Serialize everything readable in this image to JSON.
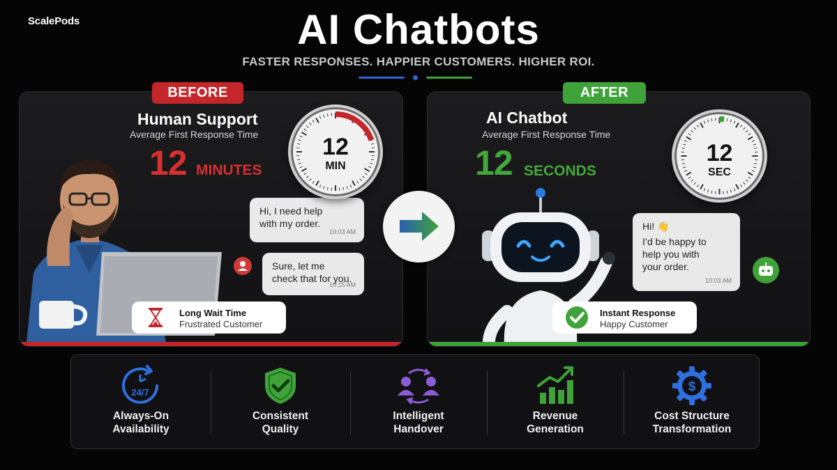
{
  "brand": {
    "logo": "ScalePods"
  },
  "header": {
    "title": "AI Chatbots",
    "subtitle": "FASTER RESPONSES. HAPPIER CUSTOMERS. HIGHER ROI."
  },
  "colors": {
    "before": "#c4262a",
    "after": "#3fa33a",
    "accent_blue": "#2d64d6"
  },
  "before": {
    "tag": "BEFORE",
    "title": "Human Support",
    "desc": "Average First Response Time",
    "number": "12",
    "unit": "MINUTES",
    "clock": {
      "number": "12",
      "unit": "MIN",
      "progress": 0.2
    },
    "chat": [
      {
        "line1": "Hi, I need help",
        "line2": "with my order.",
        "time": "10:03 AM"
      },
      {
        "line1": "Sure, let me",
        "line2": "check that for you.",
        "time": "10:15 AM"
      }
    ],
    "badge": {
      "title": "Long Wait Time",
      "subtitle": "Frustrated Customer",
      "icon": "hourglass-icon"
    }
  },
  "after": {
    "tag": "AFTER",
    "title": "AI Chatbot",
    "desc": "Average First Response Time",
    "number": "12",
    "unit": "SECONDS",
    "clock": {
      "number": "12",
      "unit": "SEC",
      "progress": 0.02
    },
    "chat": {
      "line1": "Hi! 👋",
      "line2": "I’d be happy to",
      "line3": "help you with",
      "line4": "your order.",
      "time": "10:03 AM"
    },
    "badge": {
      "title": "Instant Response",
      "subtitle": "Happy Customer",
      "icon": "checkmark-icon"
    }
  },
  "features": [
    {
      "line1": "Always-On",
      "line2": "Availability",
      "icon": "clock-24-7-icon"
    },
    {
      "line1": "Consistent",
      "line2": "Quality",
      "icon": "shield-check-icon"
    },
    {
      "line1": "Intelligent",
      "line2": "Handover",
      "icon": "people-exchange-icon"
    },
    {
      "line1": "Revenue",
      "line2": "Generation",
      "icon": "bar-chart-growth-icon"
    },
    {
      "line1": "Cost Structure",
      "line2": "Transformation",
      "icon": "gear-dollar-icon"
    }
  ],
  "icons": {
    "clock_247_text": "24/7"
  }
}
